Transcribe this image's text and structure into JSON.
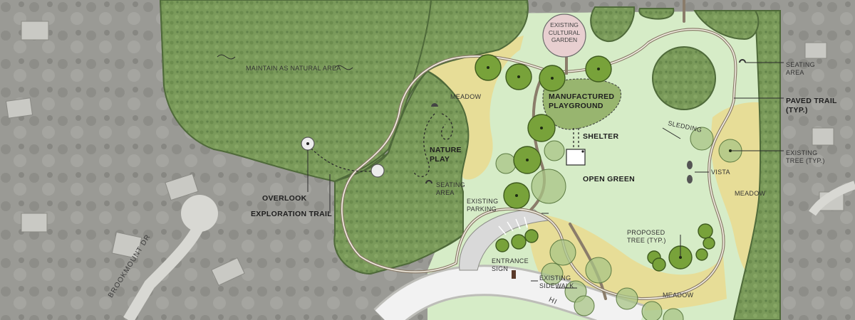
{
  "colors": {
    "aerial": "#9a9a95",
    "forest": "#7a9a5a",
    "lawn": "#d6ecc7",
    "meadow": "#e7dd97",
    "trail": "#8a7c6a",
    "road": "#f2f2f2"
  },
  "labels": {
    "natural_area": "MAINTAIN AS NATURAL AREA",
    "meadow_1": "MEADOW",
    "meadow_2": "MEADOW",
    "meadow_3": "MEADOW",
    "cultural_garden": "EXISTING CULTURAL GARDEN",
    "playground": "MANUFACTURED PLAYGROUND",
    "shelter": "SHELTER",
    "sledding": "SLEDDING",
    "nature_play": "NATURE PLAY",
    "seating_area_1": "SEATING AREA",
    "seating_area_2": "SEATING AREA",
    "open_green": "OPEN GREEN",
    "vista": "VISTA",
    "existing_tree": "EXISTING TREE (TYP.)",
    "paved_trail": "PAVED TRAIL (TYP.)",
    "overlook": "OVERLOOK",
    "exploration_trail": "EXPLORATION TRAIL",
    "existing_parking": "EXISTING PARKING",
    "entrance_sign": "ENTRANCE SIGN",
    "existing_sidewalk": "EXISTING SIDEWALK",
    "proposed_tree": "PROPOSED TREE (TYP.)",
    "street_1": "BROOKMOUNT DR",
    "street_2": "HI"
  }
}
